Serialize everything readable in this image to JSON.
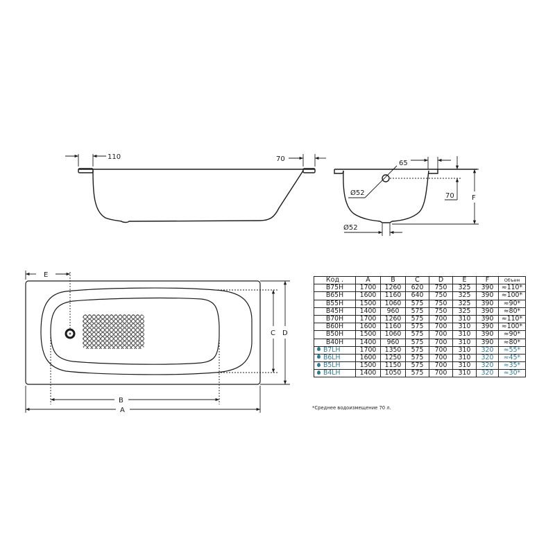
{
  "side_view": {
    "labels": {
      "left_rim": "110",
      "right_rim": "70"
    }
  },
  "end_view": {
    "labels": {
      "overflow_offset": "65",
      "overflow_diameter": "Ø52",
      "overflow_depth": "70",
      "height": "F",
      "drain_diameter": "Ø52"
    }
  },
  "top_view": {
    "labels": {
      "drain_offset": "E",
      "inner_length": "B",
      "outer_length": "A",
      "inner_width": "C",
      "outer_width": "D"
    }
  },
  "table": {
    "headers": [
      "Код .",
      "A",
      "B",
      "C",
      "D",
      "E",
      "F",
      "Объем"
    ],
    "rows": [
      {
        "code": "B75H",
        "A": "1700",
        "B": "1260",
        "C": "620",
        "D": "750",
        "E": "325",
        "F": "390",
        "vol": "≈110*",
        "lh": false
      },
      {
        "code": "B65H",
        "A": "1600",
        "B": "1160",
        "C": "640",
        "D": "750",
        "E": "325",
        "F": "390",
        "vol": "≈100*",
        "lh": false
      },
      {
        "code": "B55H",
        "A": "1500",
        "B": "1060",
        "C": "575",
        "D": "750",
        "E": "325",
        "F": "390",
        "vol": "≈90*",
        "lh": false
      },
      {
        "code": "B45H",
        "A": "1400",
        "B": "960",
        "C": "575",
        "D": "750",
        "E": "325",
        "F": "390",
        "vol": "≈80*",
        "lh": false
      },
      {
        "code": "B70H",
        "A": "1700",
        "B": "1260",
        "C": "575",
        "D": "700",
        "E": "310",
        "F": "390",
        "vol": "≈110*",
        "lh": false
      },
      {
        "code": "B60H",
        "A": "1600",
        "B": "1160",
        "C": "575",
        "D": "700",
        "E": "310",
        "F": "390",
        "vol": "≈100*",
        "lh": false
      },
      {
        "code": "B50H",
        "A": "1500",
        "B": "1060",
        "C": "575",
        "D": "700",
        "E": "310",
        "F": "390",
        "vol": "≈90*",
        "lh": false
      },
      {
        "code": "B40H",
        "A": "1400",
        "B": "960",
        "C": "575",
        "D": "700",
        "E": "310",
        "F": "390",
        "vol": "≈80*",
        "lh": false
      },
      {
        "code": "B7LH",
        "A": "1700",
        "B": "1350",
        "C": "575",
        "D": "700",
        "E": "310",
        "F": "320",
        "vol": "≈55*",
        "lh": true
      },
      {
        "code": "B6LH",
        "A": "1600",
        "B": "1250",
        "C": "575",
        "D": "700",
        "E": "310",
        "F": "320",
        "vol": "≈45*",
        "lh": true
      },
      {
        "code": "B5LH",
        "A": "1500",
        "B": "1150",
        "C": "575",
        "D": "700",
        "E": "310",
        "F": "320",
        "vol": "≈35*",
        "lh": true
      },
      {
        "code": "B4LH",
        "A": "1400",
        "B": "1050",
        "C": "575",
        "D": "700",
        "E": "310",
        "F": "320",
        "vol": "≈30*",
        "lh": true
      }
    ],
    "footnote": "*Среднее водоизмещение 70 л."
  },
  "colors": {
    "line": "#1a1a1a",
    "accent": "#2e7a93"
  }
}
